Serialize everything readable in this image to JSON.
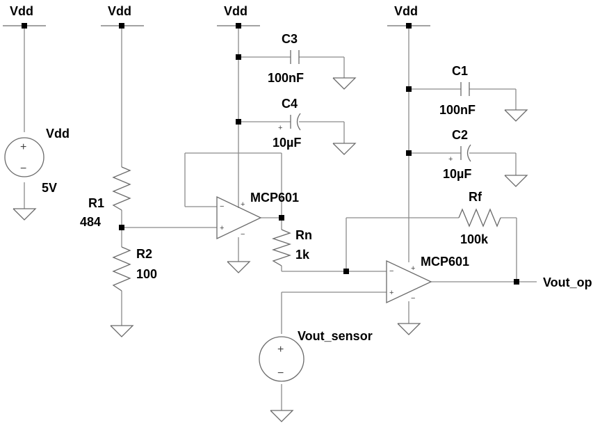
{
  "labels": {
    "vdd_flag_1": "Vdd",
    "vdd_flag_2": "Vdd",
    "vdd_flag_3": "Vdd",
    "vdd_flag_4": "Vdd",
    "source_vdd_name": "Vdd",
    "source_vdd_value": "5V",
    "r1_name": "R1",
    "r1_value": "484",
    "r2_name": "R2",
    "r2_value": "100",
    "c3_name": "C3",
    "c3_value": "100nF",
    "c4_name": "C4",
    "c4_value": "10µF",
    "c1_name": "C1",
    "c1_value": "100nF",
    "c2_name": "C2",
    "c2_value": "10µF",
    "opamp1_name": "MCP601",
    "opamp2_name": "MCP601",
    "rn_name": "Rn",
    "rn_value": "1k",
    "rf_name": "Rf",
    "rf_value": "100k",
    "vout_op": "Vout_op",
    "vout_sensor": "Vout_sensor"
  },
  "pins": {
    "plus": "+",
    "minus": "−"
  }
}
